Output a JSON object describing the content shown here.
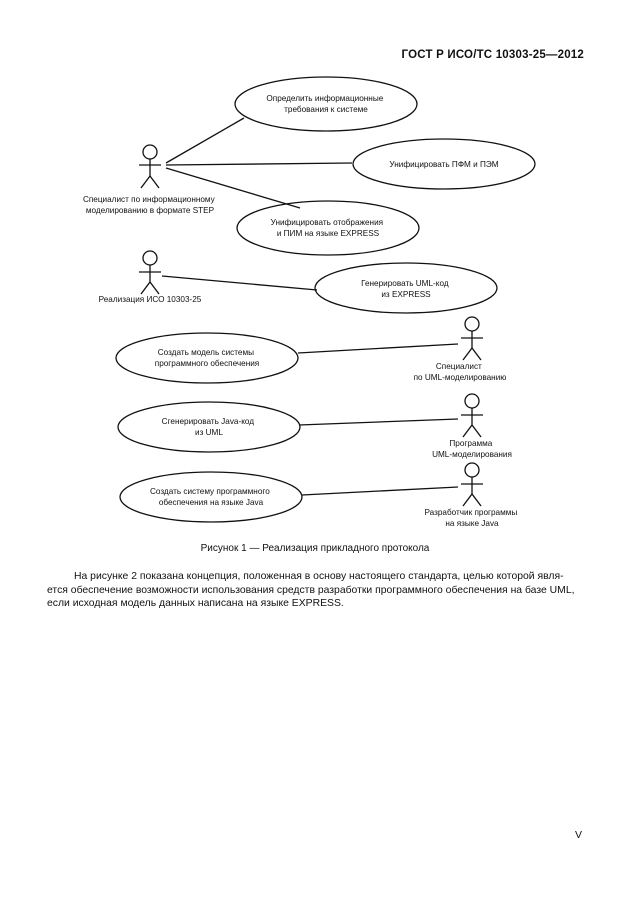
{
  "header": "ГОСТ Р ИСО/ТС 10303-25—2012",
  "diagram": {
    "actors": [
      {
        "lines": [
          "Специалист по информационному",
          "моделированию в формате STEP"
        ]
      },
      {
        "lines": [
          "Реализация ИСО 10303-25"
        ]
      },
      {
        "lines": [
          "Специалист",
          "по UML-моделированию"
        ]
      },
      {
        "lines": [
          "Программа",
          "UML-моделирования"
        ]
      },
      {
        "lines": [
          "Разработчик программы",
          "на языке Java"
        ]
      }
    ],
    "use_cases": [
      {
        "lines": [
          "Определить информационные",
          "требования к системе"
        ]
      },
      {
        "lines": [
          "Унифицировать ПФМ и ПЭМ"
        ]
      },
      {
        "lines": [
          "Унифицировать отображения",
          "и ПИМ на языке EXPRESS"
        ]
      },
      {
        "lines": [
          "Генерировать UML-код",
          "из EXPRESS"
        ]
      },
      {
        "lines": [
          "Создать модель системы",
          "программного обеспечения"
        ]
      },
      {
        "lines": [
          "Сгенерировать Java-код",
          "из UML"
        ]
      },
      {
        "lines": [
          "Создать систему программного",
          "обеспечения на языке Java"
        ]
      }
    ]
  },
  "caption": "Рисунок 1 — Реализация прикладного протокола",
  "paragraph": [
    "На рисунке 2 показана концепция, положенная в основу настоящего стандарта, целью которой явля-",
    "ется обеспечение возможности использования средств разработки программного обеспечения на базе UML,",
    "если исходная модель данных написана на языке EXPRESS."
  ],
  "page_number": "V"
}
